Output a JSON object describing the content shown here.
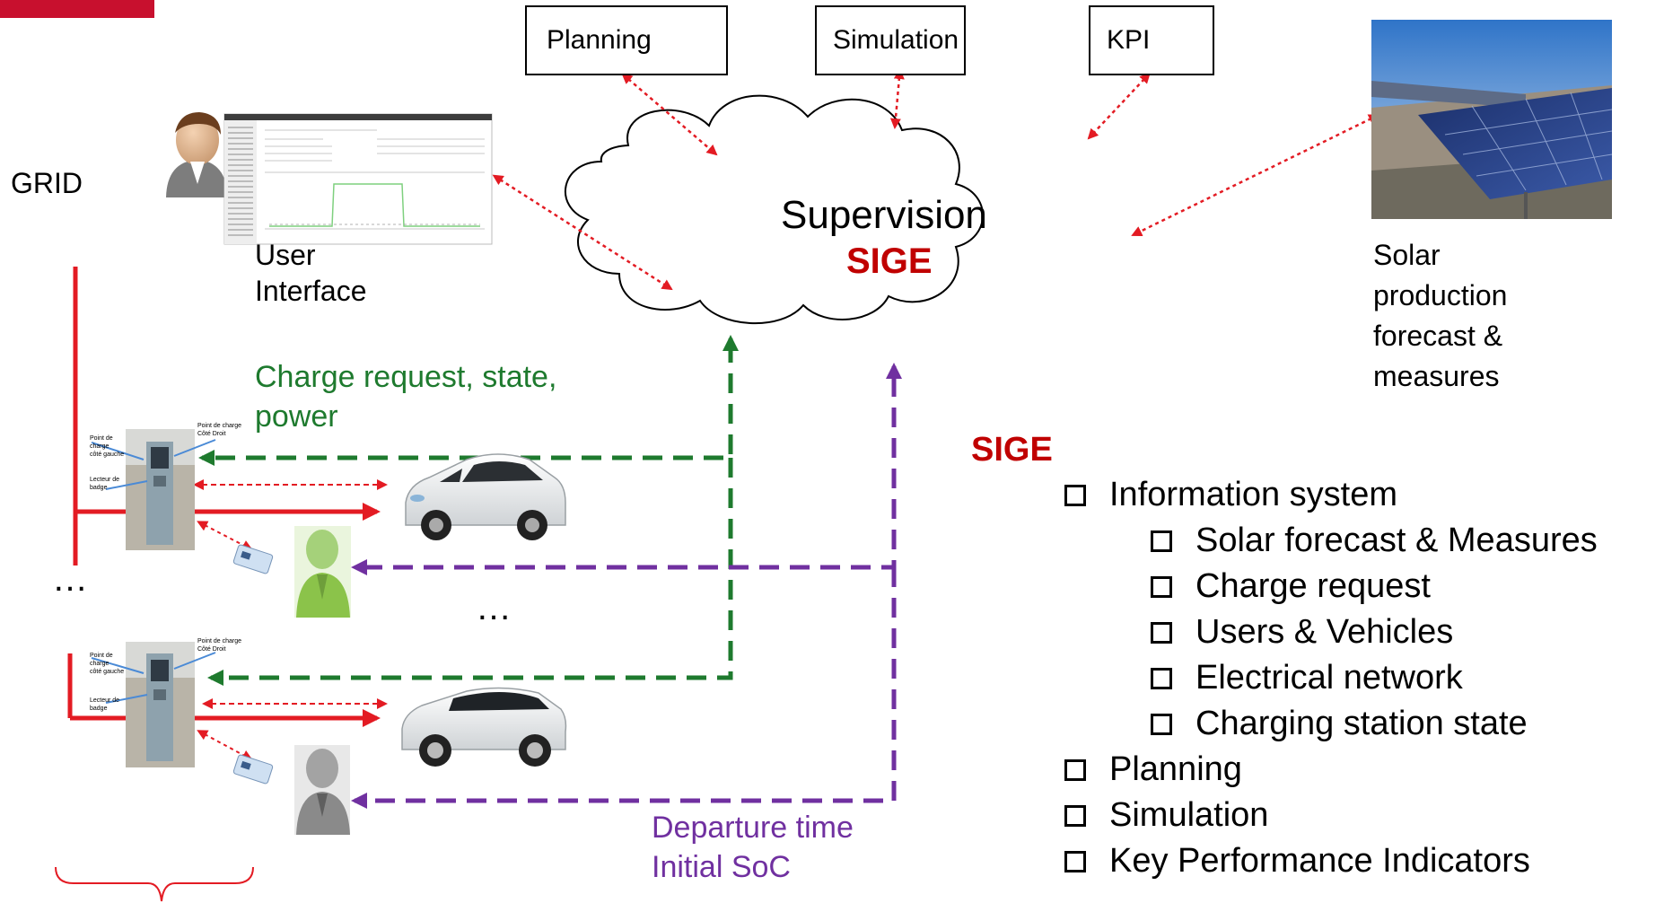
{
  "colors": {
    "grid_red": "#e31b23",
    "arrow_red": "#e31b23",
    "green": "#1e7a2e",
    "purple": "#7030a0",
    "sige_red": "#c00000",
    "corner_brand": "#c8102e"
  },
  "top_boxes": {
    "planning": "Planning",
    "simulation": "Simulation",
    "kpi": "KPI"
  },
  "cloud": {
    "title": "Supervision",
    "subtitle": "SIGE"
  },
  "labels": {
    "grid": "GRID",
    "user_interface_line1": "User",
    "user_interface_line2": "Interface",
    "solar_line1": "Solar",
    "solar_line2": "production",
    "solar_line3": "forecast &",
    "solar_line4": "measures",
    "charge_request_line1": "Charge request, state,",
    "charge_request_line2": "power",
    "departure_line1": "Departure time",
    "departure_line2": "Initial SoC",
    "ellipsis_left": "…",
    "ellipsis_mid": "…"
  },
  "station_labels": {
    "left_point": [
      "Point de",
      "charge",
      "côté gauche"
    ],
    "right_point": [
      "Point de charge",
      "Côté Droit"
    ],
    "badge_reader": [
      "Lecteur de",
      "badge"
    ]
  },
  "sige_panel": {
    "heading": "SIGE",
    "items": [
      {
        "label": "Information system",
        "level": 1
      },
      {
        "label": "Solar forecast & Measures",
        "level": 2
      },
      {
        "label": "Charge request",
        "level": 2
      },
      {
        "label": "Users & Vehicles",
        "level": 2
      },
      {
        "label": "Electrical network",
        "level": 2
      },
      {
        "label": "Charging station state",
        "level": 2
      },
      {
        "label": "Planning",
        "level": 1
      },
      {
        "label": "Simulation",
        "level": 1
      },
      {
        "label": "Key Performance Indicators",
        "level": 1
      }
    ]
  },
  "icons": [
    "person-icon",
    "ui-screenshot-icon",
    "solar-panel-photo",
    "charging-station-photo",
    "car-icon",
    "user-green-icon",
    "user-grey-icon",
    "badge-card-icon"
  ]
}
